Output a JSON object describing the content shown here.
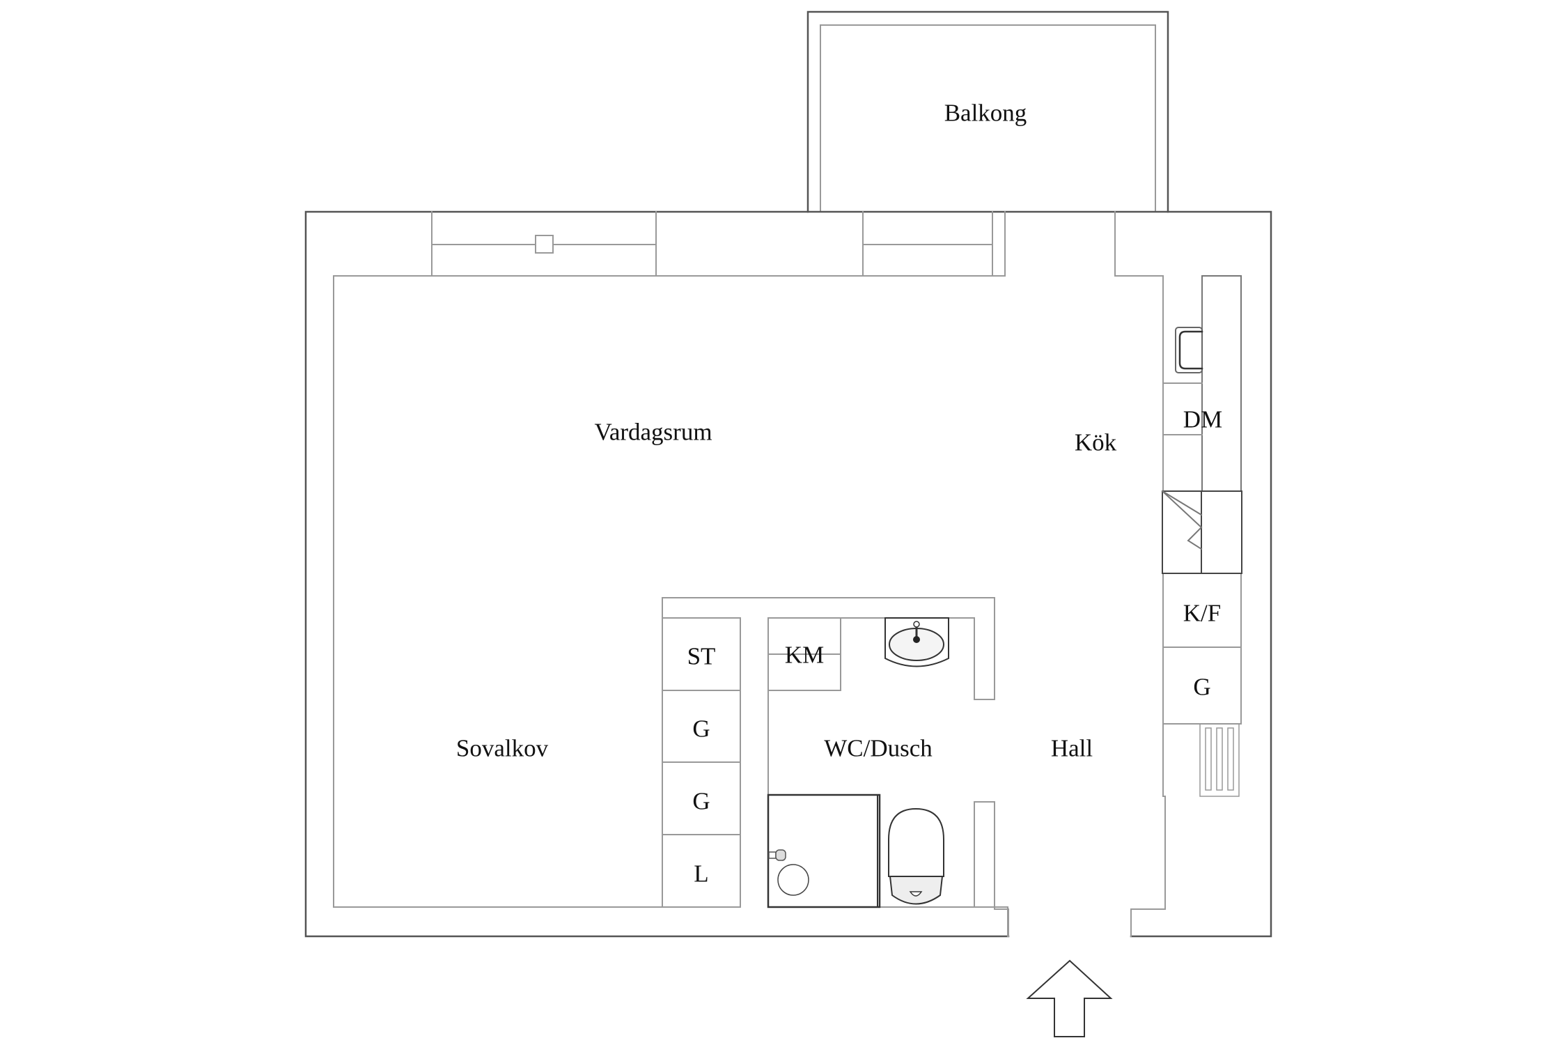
{
  "plan": {
    "rooms": {
      "balkong": "Balkong",
      "vardagsrum": "Vardagsrum",
      "kok": "Kök",
      "sovalkov": "Sovalkov",
      "wc_dusch": "WC/Dusch",
      "hall": "Hall"
    },
    "fixtures": {
      "dm": "DM",
      "kf": "K/F",
      "g_kitchen": "G",
      "st": "ST",
      "g1": "G",
      "g2": "G",
      "l": "L",
      "km": "KM"
    },
    "entrance_arrow": "entrance-arrow",
    "colors": {
      "wall_outer": "#555555",
      "wall_inner": "#999999",
      "text": "#111111",
      "background": "#ffffff"
    }
  }
}
